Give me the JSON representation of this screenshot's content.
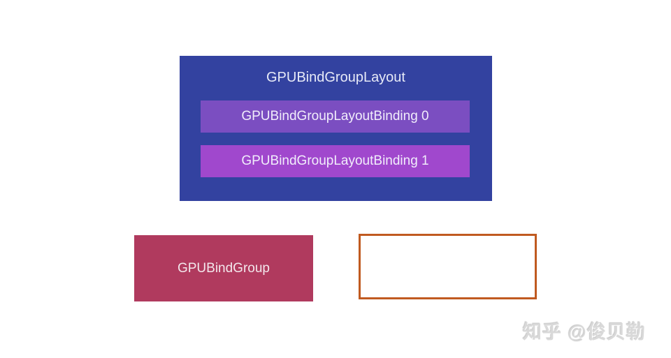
{
  "page": {
    "background": "#ffffff"
  },
  "diagram": {
    "layout_group": {
      "title": "GPUBindGroupLayout",
      "box_color": "#3342a0",
      "title_color": "#e7eaf7",
      "bindings": [
        {
          "label": "GPUBindGroupLayoutBinding 0",
          "color": "#7b4ec1"
        },
        {
          "label": "GPUBindGroupLayoutBinding 1",
          "color": "#a048cd"
        }
      ]
    },
    "bind_group": {
      "label": "GPUBindGroup",
      "color": "#b03a5e"
    },
    "empty_slot": {
      "border_color": "#c05a20",
      "fill_color": "#ffffff"
    },
    "watermark": {
      "text": "知乎 @俊贝勒",
      "color": "#d9d9d9"
    }
  }
}
